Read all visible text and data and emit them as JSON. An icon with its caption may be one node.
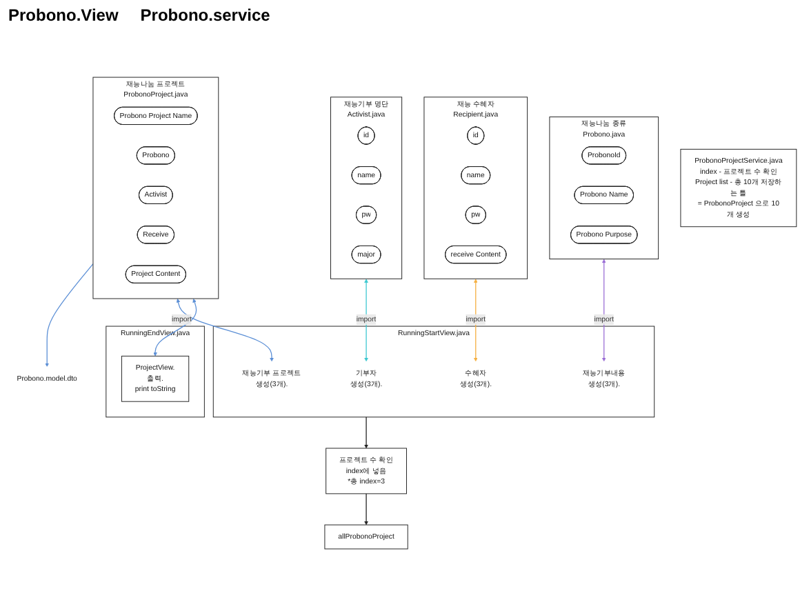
{
  "diagram": {
    "nodes": [
      {
        "text": [
          "Probono.model.dto"
        ]
      },
      {
        "text": [
          "재능기부 명단",
          "Activist.java"
        ]
      },
      {
        "text": [
          "id"
        ],
        "in": 1
      },
      {
        "text": [
          "name"
        ],
        "in": 1
      },
      {
        "text": [
          "pw"
        ],
        "in": 1
      },
      {
        "text": [
          "major"
        ],
        "in": 1
      },
      {
        "text": [
          "재능나눔 종류",
          "Probono.java"
        ]
      },
      {
        "text": [
          "ProbonoId"
        ],
        "in": 6
      },
      {
        "text": [
          "Probono Name"
        ],
        "in": 6
      },
      {
        "text": [
          "Probono Purpose"
        ],
        "in": 6
      },
      {
        "text": [
          "재능나눔 프로젝트",
          "ProbonoProject.java"
        ]
      },
      {
        "text": [
          "Probono Project Name"
        ],
        "in": 10
      },
      {
        "text": [
          "Probono"
        ],
        "in": 10
      },
      {
        "text": [
          "Activist"
        ],
        "in": 10
      },
      {
        "text": [
          "Receive"
        ],
        "in": 10
      },
      {
        "text": [
          "Project Content"
        ],
        "in": 10
      },
      {
        "text": [
          "재능 수혜자",
          "Recipient.java"
        ]
      },
      {
        "text": [
          "id"
        ],
        "in": 16
      },
      {
        "text": [
          "name"
        ],
        "in": 16
      },
      {
        "text": [
          "pw"
        ],
        "in": 16
      },
      {
        "text": [
          "receive Content"
        ],
        "in": 16
      },
      {
        "text": [
          "RunningStartView.java"
        ]
      },
      {
        "text": [
          "기부자",
          "생성(3개)."
        ],
        "in": 21
      },
      {
        "text": [
          "수혜자",
          "생성(3개)."
        ],
        "in": 21
      },
      {
        "text": [
          "재능기부내용",
          "생성(3개)."
        ],
        "in": 21
      },
      {
        "text": [
          "재능기부 프로젝트",
          "생성(3개)."
        ],
        "in": 21
      },
      {
        "text": [
          "프로젝트 수 확인",
          "index에 넣음",
          "*총 index=3"
        ]
      },
      {
        "text": [
          "allProbonoProject"
        ]
      },
      {
        "text": [
          "RunningEndView.java"
        ]
      },
      {
        "text": [
          "ProjectView.",
          "출력.",
          "print toString"
        ],
        "in": 28
      },
      {
        "text": [
          "ProbonoProjectService.java",
          "index - 프로젝트 수 확인",
          "Project list - 총 10개 저장하는 틀",
          "= ProbonoProject 으로 10개 생성"
        ]
      }
    ],
    "edges": [
      {
        "from": 10,
        "to": 0,
        "arrow": "to",
        "color": "#5b8fd6"
      },
      {
        "from": 1,
        "to": 22,
        "arrow": "both",
        "label": "import",
        "color": "#3cc8d0"
      },
      {
        "from": 16,
        "to": 23,
        "arrow": "both",
        "label": "import",
        "color": "#f5b041"
      },
      {
        "from": 6,
        "to": 24,
        "arrow": "both",
        "label": "import",
        "color": "#9b6fd6"
      },
      {
        "from": 10,
        "to": 25,
        "arrow": "both",
        "label": "import",
        "color": "#5b8fd6"
      },
      {
        "from": 10,
        "to": 29,
        "arrow": "both",
        "color": "#5b8fd6"
      },
      {
        "from": 21,
        "to": 26,
        "arrow": "to",
        "color": "#222222"
      },
      {
        "from": 26,
        "to": 27,
        "arrow": "to",
        "color": "#222222"
      }
    ],
    "labels": [
      "Probono.View",
      "Probono.service"
    ]
  }
}
